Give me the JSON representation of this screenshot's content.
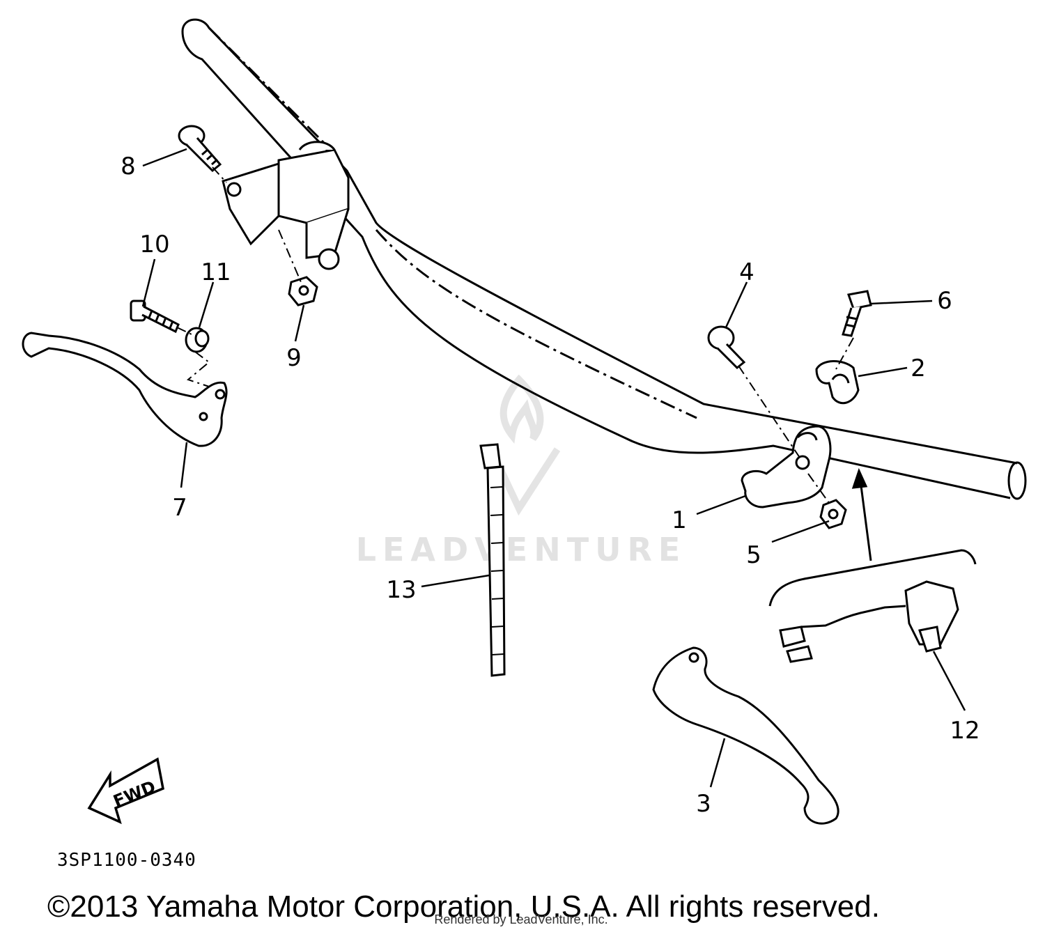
{
  "diagram": {
    "callouts": [
      "1",
      "2",
      "3",
      "4",
      "5",
      "6",
      "7",
      "8",
      "9",
      "10",
      "11",
      "12",
      "13"
    ],
    "direction_label": "FWD",
    "part_code": "3SP1100-0340",
    "watermark": "LEADVENTURE",
    "copyright": "©2013 Yamaha Motor Corporation, U.S.A. All rights reserved.",
    "rendered_by": "Rendered by LeadVenture, Inc."
  },
  "colors": {
    "ink": "#000000",
    "paper": "#ffffff",
    "watermark": "#e2e2e2"
  }
}
